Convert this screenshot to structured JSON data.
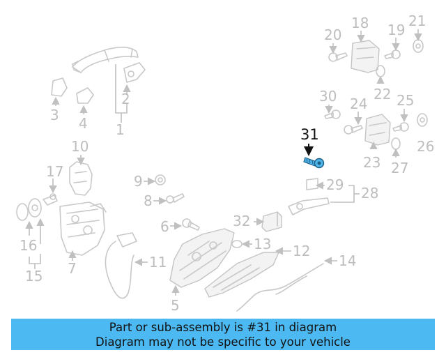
{
  "labels": [
    "1",
    "2",
    "3",
    "4",
    "5",
    "6",
    "7",
    "8",
    "9",
    "10",
    "11",
    "12",
    "13",
    "14",
    "15",
    "16",
    "17",
    "18",
    "19",
    "20",
    "21",
    "22",
    "23",
    "24",
    "25",
    "26",
    "27",
    "28",
    "29",
    "30",
    "31",
    "32"
  ],
  "highlight_label": "31",
  "highlight_color": "#4fb4e8",
  "banner": {
    "line1": "Part or sub-assembly is #31 in diagram",
    "line2": "Diagram may not be specific to your vehicle",
    "color": "#4db9f2"
  }
}
